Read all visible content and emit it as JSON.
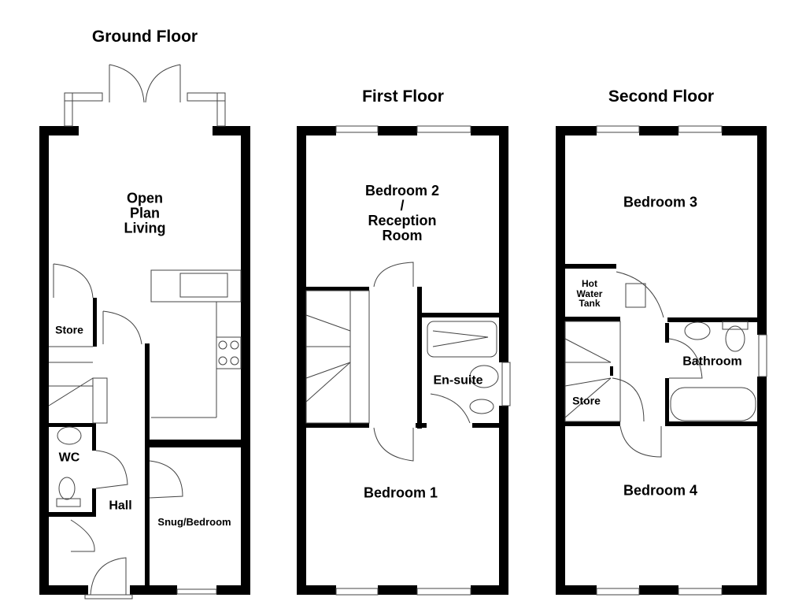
{
  "floors": [
    {
      "title": "Ground Floor",
      "rooms": [
        {
          "label": "Open\nPlan\nLiving"
        },
        {
          "label": "Store"
        },
        {
          "label": "WC"
        },
        {
          "label": "Hall"
        },
        {
          "label": "Snug/Bedroom"
        }
      ]
    },
    {
      "title": "First Floor",
      "rooms": [
        {
          "label": "Bedroom 2\n/\nReception\nRoom"
        },
        {
          "label": "En-suite"
        },
        {
          "label": "Bedroom 1"
        }
      ]
    },
    {
      "title": "Second Floor",
      "rooms": [
        {
          "label": "Bedroom 3"
        },
        {
          "label": "Hot\nWater\nTank"
        },
        {
          "label": "Bathroom"
        },
        {
          "label": "Store"
        },
        {
          "label": "Bedroom 4"
        }
      ]
    }
  ],
  "colors": {
    "wall": "#000000",
    "background": "#ffffff",
    "fixture": "#555555"
  }
}
